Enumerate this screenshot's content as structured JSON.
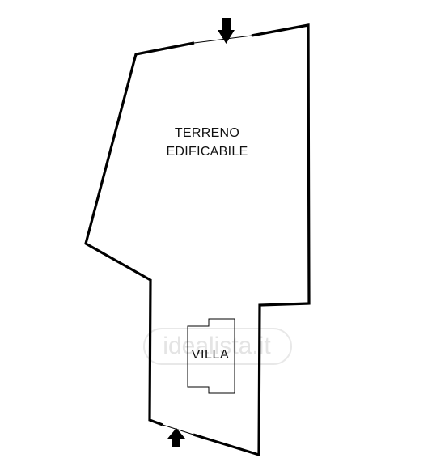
{
  "plan": {
    "plot_label_line1": "TERRENO",
    "plot_label_line2": "EDIFICABILE",
    "building_label": "VILLA",
    "watermark": "idealista.it",
    "access_arrows": [
      "north-entrance-arrow",
      "south-entrance-arrow"
    ],
    "colors": {
      "line": "#000000",
      "background": "#ffffff",
      "watermark": "#e4e4e4"
    }
  }
}
